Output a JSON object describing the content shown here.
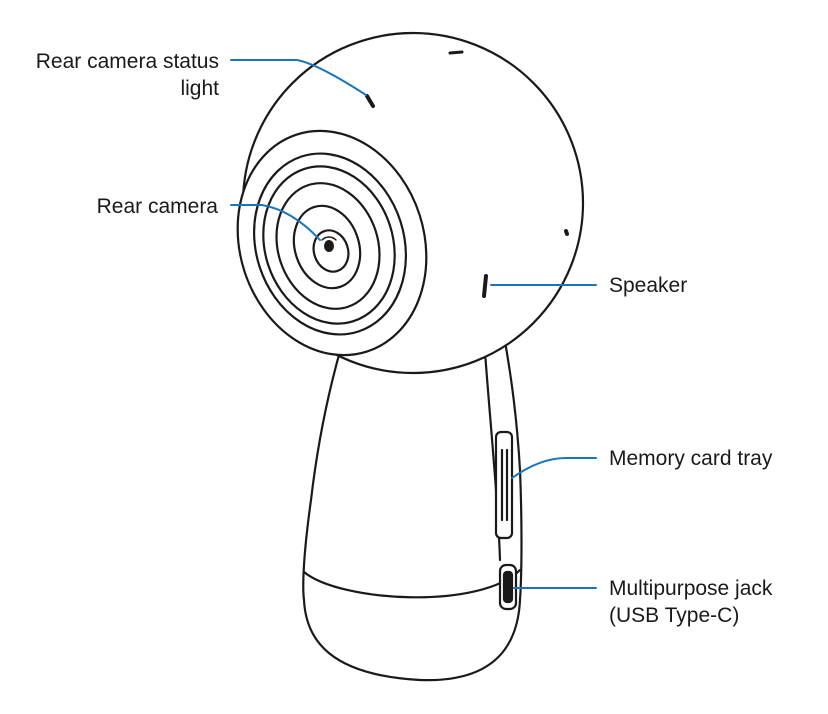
{
  "labels": {
    "rear_camera_status_light": [
      "Rear camera status",
      "light"
    ],
    "rear_camera": "Rear camera",
    "speaker": "Speaker",
    "memory_card_tray": "Memory card tray",
    "multipurpose_jack": [
      "Multipurpose jack",
      "(USB Type-C)"
    ]
  },
  "colors": {
    "leader_line": "#1b75bc",
    "outline": "#1a1a1a",
    "body_fill": "#ffffff"
  }
}
